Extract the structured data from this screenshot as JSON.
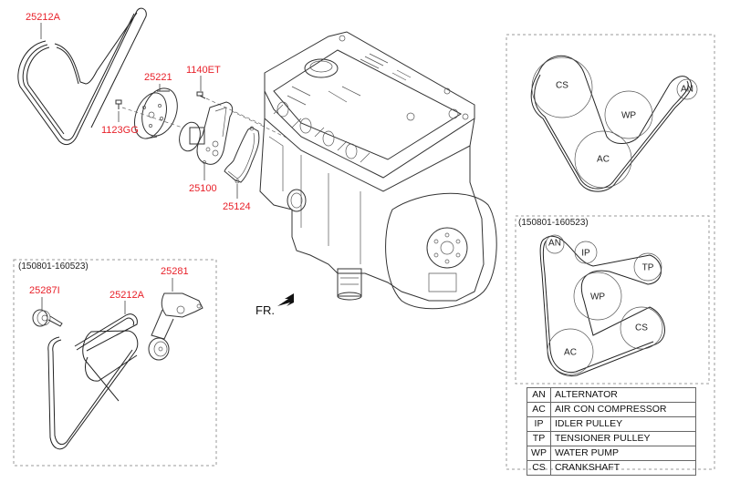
{
  "diagram": {
    "part_labels": {
      "belt_top": "25212A",
      "pulley": "25221",
      "bolt_pulley": "1123GG",
      "bolt_pump": "1140ET",
      "water_pump": "25100",
      "gasket": "25124",
      "idler_pulley": "25287I",
      "belt_bottom": "25212A",
      "tensioner": "25281"
    },
    "date_range_left": "(150801-160523)",
    "date_range_right": "(150801-160523)",
    "front_label": "FR.",
    "layout_top": {
      "pulleys": [
        "CS",
        "WP",
        "AC",
        "AN"
      ]
    },
    "layout_bottom": {
      "pulleys": [
        "AN",
        "IP",
        "TP",
        "WP",
        "CS",
        "AC"
      ]
    },
    "legend": [
      {
        "code": "AN",
        "description": "ALTERNATOR"
      },
      {
        "code": "AC",
        "description": "AIR CON COMPRESSOR"
      },
      {
        "code": "IP",
        "description": "IDLER PULLEY"
      },
      {
        "code": "TP",
        "description": "TENSIONER PULLEY"
      },
      {
        "code": "WP",
        "description": "WATER PUMP"
      },
      {
        "code": "CS",
        "description": "CRANKSHAFT"
      }
    ],
    "colors": {
      "part_label": "#e8212a"
    }
  }
}
